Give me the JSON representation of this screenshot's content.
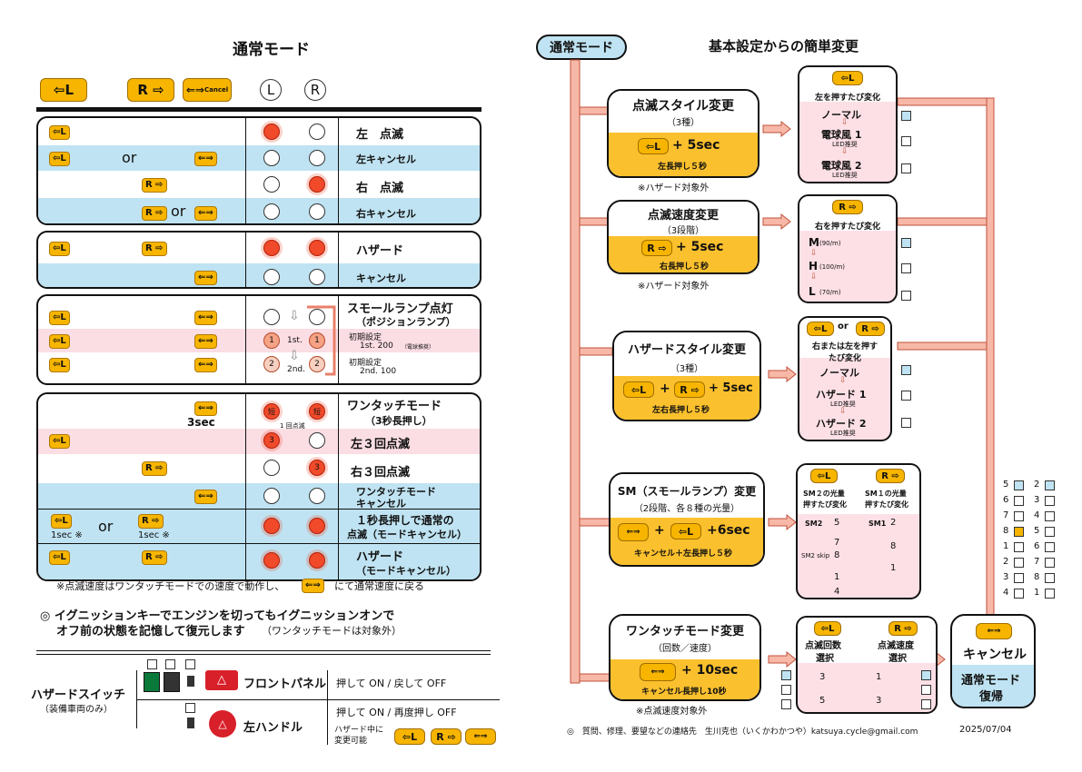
{
  "left": {
    "title": "通常モード",
    "header_buttons": {
      "left": "⇦L",
      "right": "R ⇨",
      "cancel": "Cancel",
      "led_l": "L",
      "led_r": "R"
    },
    "g1": {
      "r1": "左　点滅",
      "r2": "左キャンセル",
      "r2_or": "or",
      "r3": "右　点滅",
      "r4": "右キャンセル",
      "r4_or": "or"
    },
    "g2": {
      "r1": "ハザード",
      "r2": "キャンセル"
    },
    "g3": {
      "title": "スモールランプ点灯",
      "subtitle": "（ポジションランプ）",
      "init1": "初期設定",
      "val1": "1st. 200",
      "val1_note": "（電球推奨）",
      "init2": "初期設定",
      "val2": "2nd. 100",
      "l1": "1st.",
      "l2": "2nd.",
      "n1": "1",
      "n2": "2"
    },
    "g4": {
      "title": "ワンタッチモード",
      "subtitle": "（3秒長押し）",
      "sec": "3sec",
      "short": "短",
      "blink_note": "1 回点滅",
      "n3": "3",
      "r2": "左３回点滅",
      "r3": "右３回点滅",
      "r4a": "ワンタッチモード",
      "r4b": "キャンセル",
      "r5a": "１秒長押しで通常の",
      "r5b": "点滅（モードキャンセル）",
      "r5_or": "or",
      "r5_l": "1sec ※",
      "r5_r": "1sec ※",
      "r6a": "ハザード",
      "r6b": "（モードキャンセル）"
    },
    "note1": "※点滅速度はワンタッチモードでの速度で動作し、",
    "note1b": "にて通常速度に戻る",
    "note2a": "◎ イグニッションキーでエンジンを切ってもイグニッションオンで",
    "note2b": "オフ前の状態を記憶して復元します",
    "note2c": "（ワンタッチモードは対象外）",
    "hazard": {
      "label": "ハザードスイッチ",
      "sub": "（装備車両のみ）",
      "front": "フロントパネル",
      "front_desc": "押して ON / 戻して OFF",
      "left": "左ハンドル",
      "left_desc": "押して ON / 再度押し OFF",
      "during": "ハザード中に",
      "changeable": "変更可能"
    }
  },
  "right": {
    "mode_tag": "通常モード",
    "title": "基本設定からの簡単変更",
    "c1": {
      "title": "点滅スタイル変更",
      "sub": "（3種）",
      "btn": "⇦L",
      "plus": "+ 5sec",
      "desc": "左長押し５秒",
      "note": "※ハザード対象外",
      "hd": "左を押すたび変化",
      "opts": [
        "ノーマル",
        "電球風 1",
        "電球風 2"
      ],
      "opt_notes": [
        "",
        "LED推奨",
        "LED推奨"
      ]
    },
    "c2": {
      "title": "点滅速度変更",
      "sub": "（3段階）",
      "btn": "R ⇨",
      "plus": "+ 5sec",
      "desc": "右長押し５秒",
      "note": "※ハザード対象外",
      "hd": "右を押すたび変化",
      "opts": [
        "M",
        "H",
        "L"
      ],
      "opt_notes": [
        "(90/m)",
        "(100/m)",
        "(70/m)"
      ]
    },
    "c3": {
      "title": "ハザードスタイル変更",
      "sub": "（3種）",
      "btn_l": "⇦L",
      "btn_r": "R ⇨",
      "plus1": "+",
      "plus2": "+ 5sec",
      "desc": "左右長押し５秒",
      "hd1": "右または左を押す",
      "hd2": "たび変化",
      "or": "or",
      "opts": [
        "ノーマル",
        "ハザード 1",
        "ハザード 2"
      ],
      "opt_notes": [
        "",
        "LED推奨",
        "LED推奨"
      ]
    },
    "c4": {
      "title": "SM（スモールランプ）変更",
      "sub": "（2段階、各８種の光量）",
      "plus1": "+",
      "plus2": "+6sec",
      "desc": "キャンセル＋左長押し５秒",
      "hd_l1": "SM２の光量",
      "hd_l2": "押すたび変化",
      "hd_r1": "SM１の光量",
      "hd_r2": "押すたび変化",
      "sm2": "SM2",
      "sm1": "SM1",
      "skip": "SM2 skip",
      "l_vals": [
        "5",
        "7",
        "8",
        "1",
        "4"
      ],
      "r_vals": [
        "2",
        "8",
        "1"
      ],
      "check_l": [
        "5",
        "6",
        "7",
        "8",
        "1",
        "2",
        "3",
        "4"
      ],
      "check_r": [
        "2",
        "3",
        "4",
        "5",
        "6",
        "7",
        "8",
        "1"
      ]
    },
    "c5": {
      "title": "ワンタッチモード変更",
      "sub": "（回数／速度）",
      "plus": "+ 10sec",
      "desc": "キャンセル長押し10秒",
      "note": "※点滅速度対象外",
      "hd_l1": "点滅回数",
      "hd_l2": "選択",
      "hd_r1": "点滅速度",
      "hd_r2": "選択",
      "l_vals": [
        "3",
        "5"
      ],
      "r_vals": [
        "1",
        "3"
      ]
    },
    "cancel_box": {
      "label": "キャンセル",
      "desc1": "通常モード",
      "desc2": "復帰"
    },
    "footer": "◎　質問、修理、要望などの連絡先　生川克也（いくかわかつや）katsuya.cycle@gmail.com",
    "date": "2025/07/04"
  }
}
